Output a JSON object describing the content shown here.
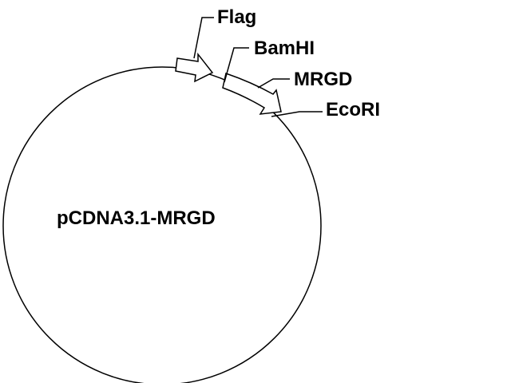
{
  "plasmid": {
    "name": "pCDNA3.1-MRGD"
  },
  "features": {
    "flag": {
      "label": "Flag"
    },
    "mrgd": {
      "label": "MRGD"
    }
  },
  "sites": {
    "bamhi": {
      "label": "BamHI"
    },
    "ecori": {
      "label": "EcoRI"
    }
  },
  "colors": {
    "stroke": "#000000",
    "fill": "#ffffff",
    "background": "#ffffff"
  }
}
